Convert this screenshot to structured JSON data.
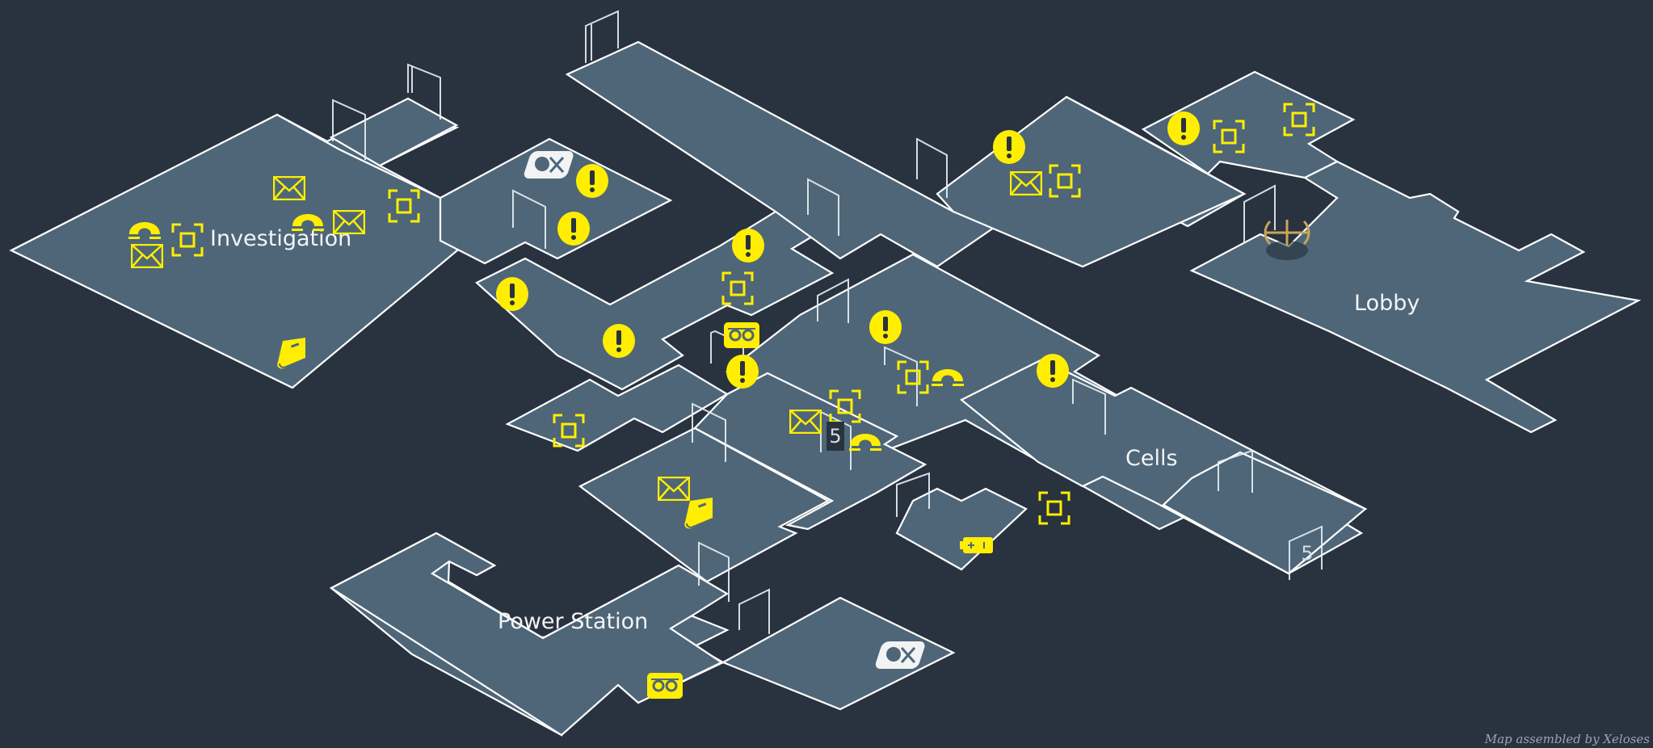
{
  "map": {
    "rooms": [
      {
        "name": "Investigation"
      },
      {
        "name": "Lobby"
      },
      {
        "name": "Cells"
      },
      {
        "name": "Power Station"
      }
    ],
    "credit": "Map assembled by Xeloses",
    "colors": {
      "background": "#29333f",
      "floor": "#4e6678",
      "outline": "#ffffff",
      "marker": "#ffee00",
      "player_marker": "#c9a55a"
    },
    "door_sign_text": "5",
    "legend_icons": [
      "alert-icon",
      "collectible-icon",
      "letter-icon",
      "phone-icon",
      "book-icon",
      "cassette-icon",
      "skull-icon",
      "battery-icon",
      "player-location-icon",
      "door-icon"
    ]
  }
}
